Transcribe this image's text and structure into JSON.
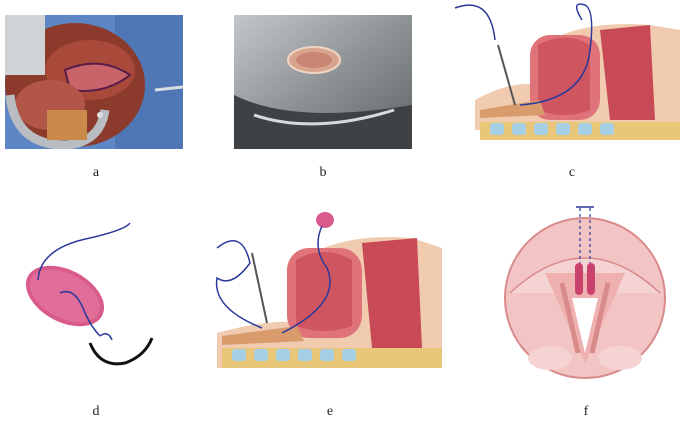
{
  "panels": [
    {
      "id": "a",
      "label": "a",
      "kind": "photo-intraoperative"
    },
    {
      "id": "b",
      "label": "b",
      "kind": "photo-graft-on-tray"
    },
    {
      "id": "c",
      "label": "c",
      "kind": "illustration-sagittal-needle"
    },
    {
      "id": "d",
      "label": "d",
      "kind": "illustration-graft-suture"
    },
    {
      "id": "e",
      "label": "e",
      "kind": "illustration-sagittal-graft-placement"
    },
    {
      "id": "f",
      "label": "f",
      "kind": "illustration-laryngoscopic-view"
    }
  ],
  "colors": {
    "tissue_pink": "#e58a9a",
    "graft_pink": "#d95b8c",
    "suture_blue": "#2b3a9c",
    "bone_yellow": "#e8c878",
    "cartilage_blue": "#a6cfe6",
    "steel_gray": "#8a8f96",
    "drape_blue": "#5d86c4"
  }
}
